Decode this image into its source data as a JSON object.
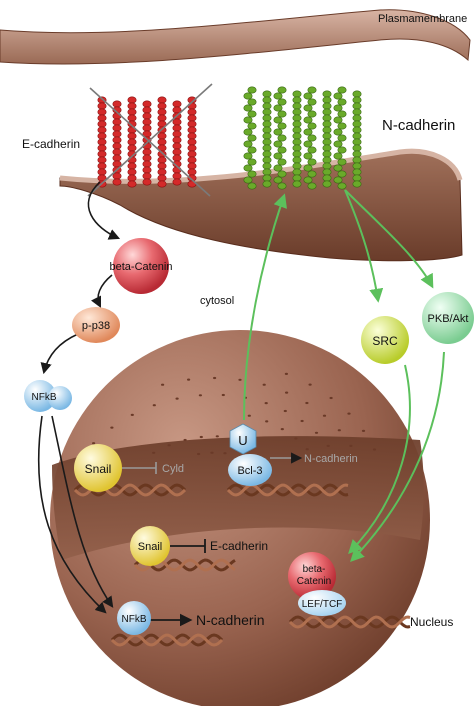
{
  "labels": {
    "plasmamembrane": "Plasmamembrane",
    "n_cadherin_membrane": "N-cadherin",
    "e_cadherin": "E-cadherin",
    "cytosol": "cytosol",
    "nucleus": "Nucleus"
  },
  "nodes": {
    "beta_catenin_cyto": "beta-Catenin",
    "p_p38": "p-p38",
    "nfkb_cyto": "NFkB",
    "src": "SRC",
    "pkb_akt": "PKB/Akt",
    "ubiquitin": "U",
    "bcl3": "Bcl-3",
    "snail_top": "Snail",
    "snail_mid": "Snail",
    "nfkb_nuc": "NFkB",
    "beta_catenin_nuc_line1": "beta-",
    "beta_catenin_nuc_line2": "Catenin",
    "lef_tcf": "LEF/TCF"
  },
  "targets": {
    "cyld": "Cyld",
    "n_cadherin_bcl3": "N-cadherin",
    "e_cadherin_repressed": "E-cadherin",
    "n_cadherin_nfkb": "N-cadherin"
  },
  "colors": {
    "membrane_top": "#b88a78",
    "membrane_side": "#8a5a44",
    "nucleus": "#9a6450",
    "nucleus_cut": "#7a4a36",
    "e_cadherin": "#d42a2a",
    "n_cadherin": "#6aaa2a",
    "green_arrow": "#5cc05c",
    "black_arrow": "#1a1a1a",
    "beta_catenin": "#d9434c",
    "p_p38": "#e89a6a",
    "nfkb": "#8fc4e8",
    "snail": "#e8d24a",
    "src": "#c8d84a",
    "pkb": "#9ad8a8"
  }
}
